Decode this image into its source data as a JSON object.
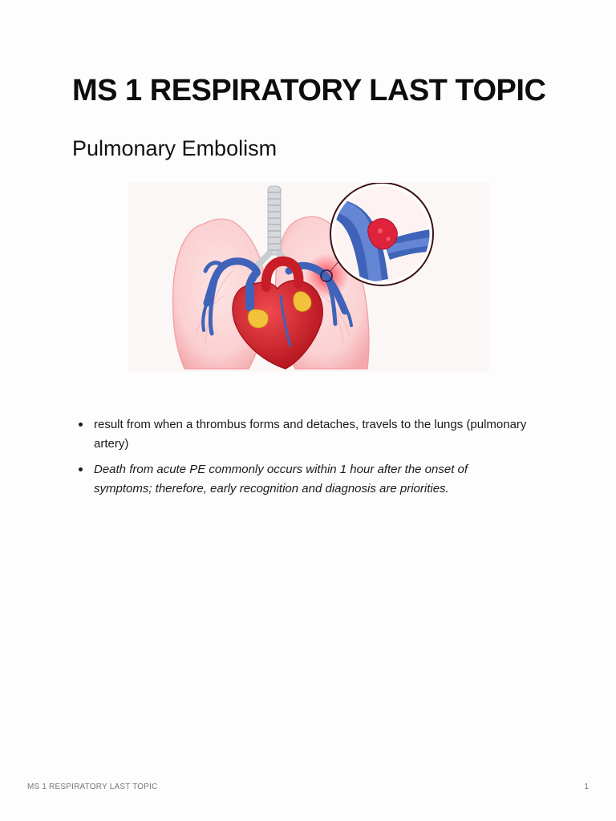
{
  "document": {
    "title": "MS 1 RESPIRATORY LAST TOPIC",
    "section_heading": "Pulmonary Embolism",
    "bullets": [
      {
        "text": "result from when a thrombus forms and detaches, travels to the lungs (pulmonary artery)",
        "italic": false
      },
      {
        "text": "Death from acute PE commonly occurs within 1 hour after the onset of symptoms; therefore, early recognition and diagnosis are priorities.",
        "italic": true
      }
    ]
  },
  "illustration": {
    "subject": "lungs-heart-embolus",
    "colors": {
      "lung_fill": "#fbd3d3",
      "lung_edge": "#f2a3a6",
      "heart": "#d9252e",
      "fat": "#f2c23a",
      "vessel": "#3f63b8",
      "clot": "#e0233d",
      "trachea": "#c9ccd1"
    }
  },
  "footer": {
    "running_title": "MS 1 RESPIRATORY LAST TOPIC",
    "page_number": "1"
  }
}
